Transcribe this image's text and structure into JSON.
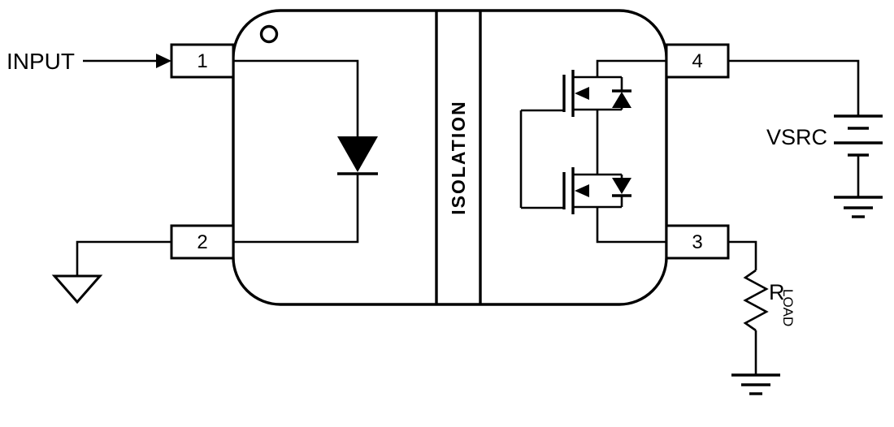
{
  "diagram": {
    "input_label": "INPUT",
    "pins": {
      "pin1": "1",
      "pin2": "2",
      "pin3": "3",
      "pin4": "4"
    },
    "isolation_label": "ISOLATION",
    "source_label": "VSRC",
    "load_label": {
      "base": "R",
      "subscript": "LOAD"
    },
    "colors": {
      "line": "#000000",
      "background": "#ffffff"
    }
  }
}
